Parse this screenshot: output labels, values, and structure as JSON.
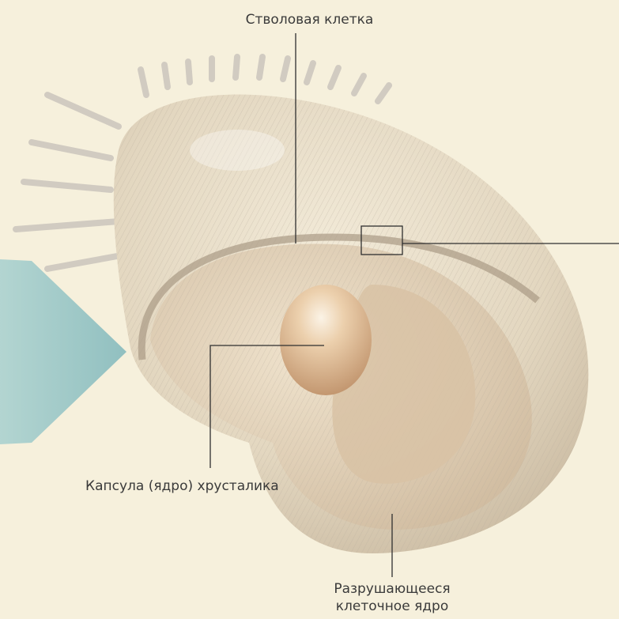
{
  "labels": {
    "stem_cell": "Стволовая клетка",
    "lens_capsule": "Капсула (ядро) хрусталика",
    "nucleus_line1": "Разрушающееся",
    "nucleus_line2": "клеточное ядро"
  },
  "colors": {
    "background": "#f6f0dc",
    "arrow": "#8fc2c4",
    "leader_line": "#2f2f2f",
    "lens_core": "#e2bf95",
    "fiber_body": "#e5dac4",
    "fiber_lines": "#b9aea0"
  },
  "icons": {
    "arrow": "arrow-right-icon"
  }
}
